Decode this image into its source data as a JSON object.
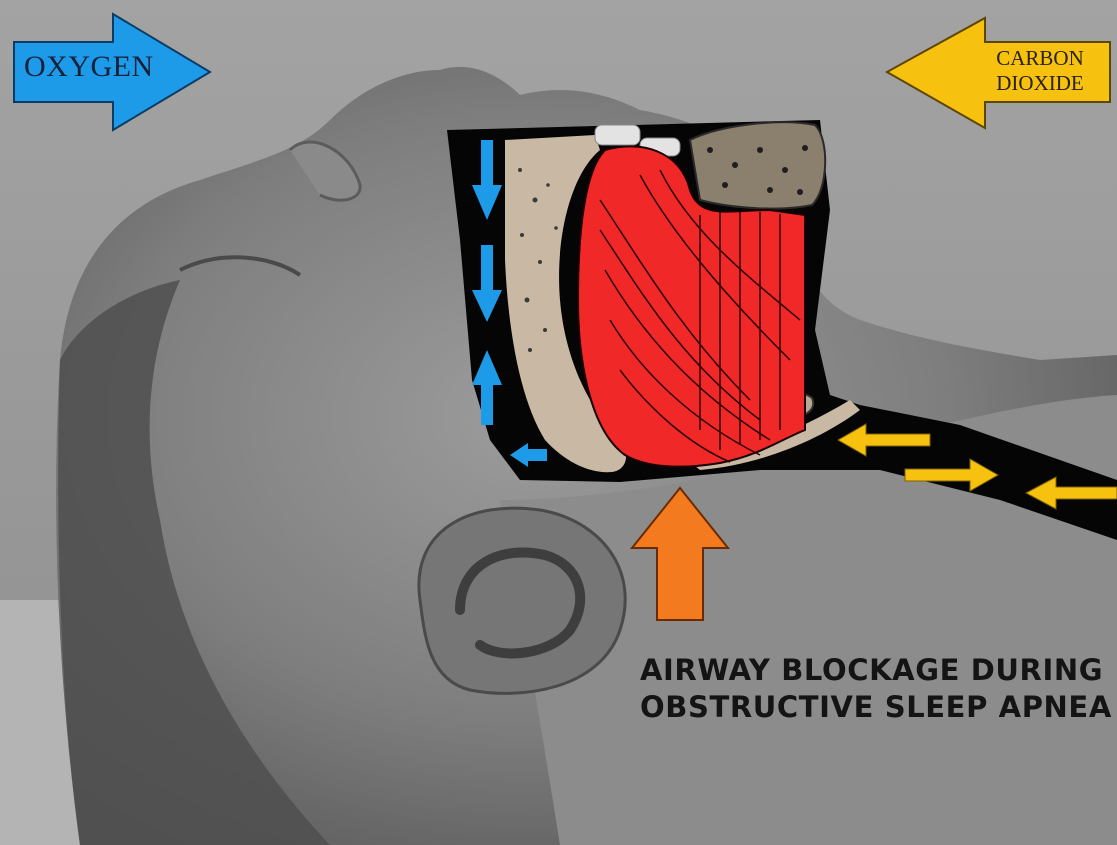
{
  "labels": {
    "oxygen": "OXYGEN",
    "carbon_dioxide_line1": "CARBON",
    "carbon_dioxide_line2": "DIOXIDE"
  },
  "caption": {
    "line1": "AIRWAY BLOCKAGE DURING",
    "line2": "OBSTRUCTIVE SLEEP APNEA"
  },
  "colors": {
    "oxygen_arrow": "#1e9be8",
    "carbon_dioxide_arrow": "#f7c20f",
    "blockage_arrow": "#f47a20",
    "tongue": "#f02828",
    "bone": "#c9b8a4",
    "airway": "#050505"
  }
}
